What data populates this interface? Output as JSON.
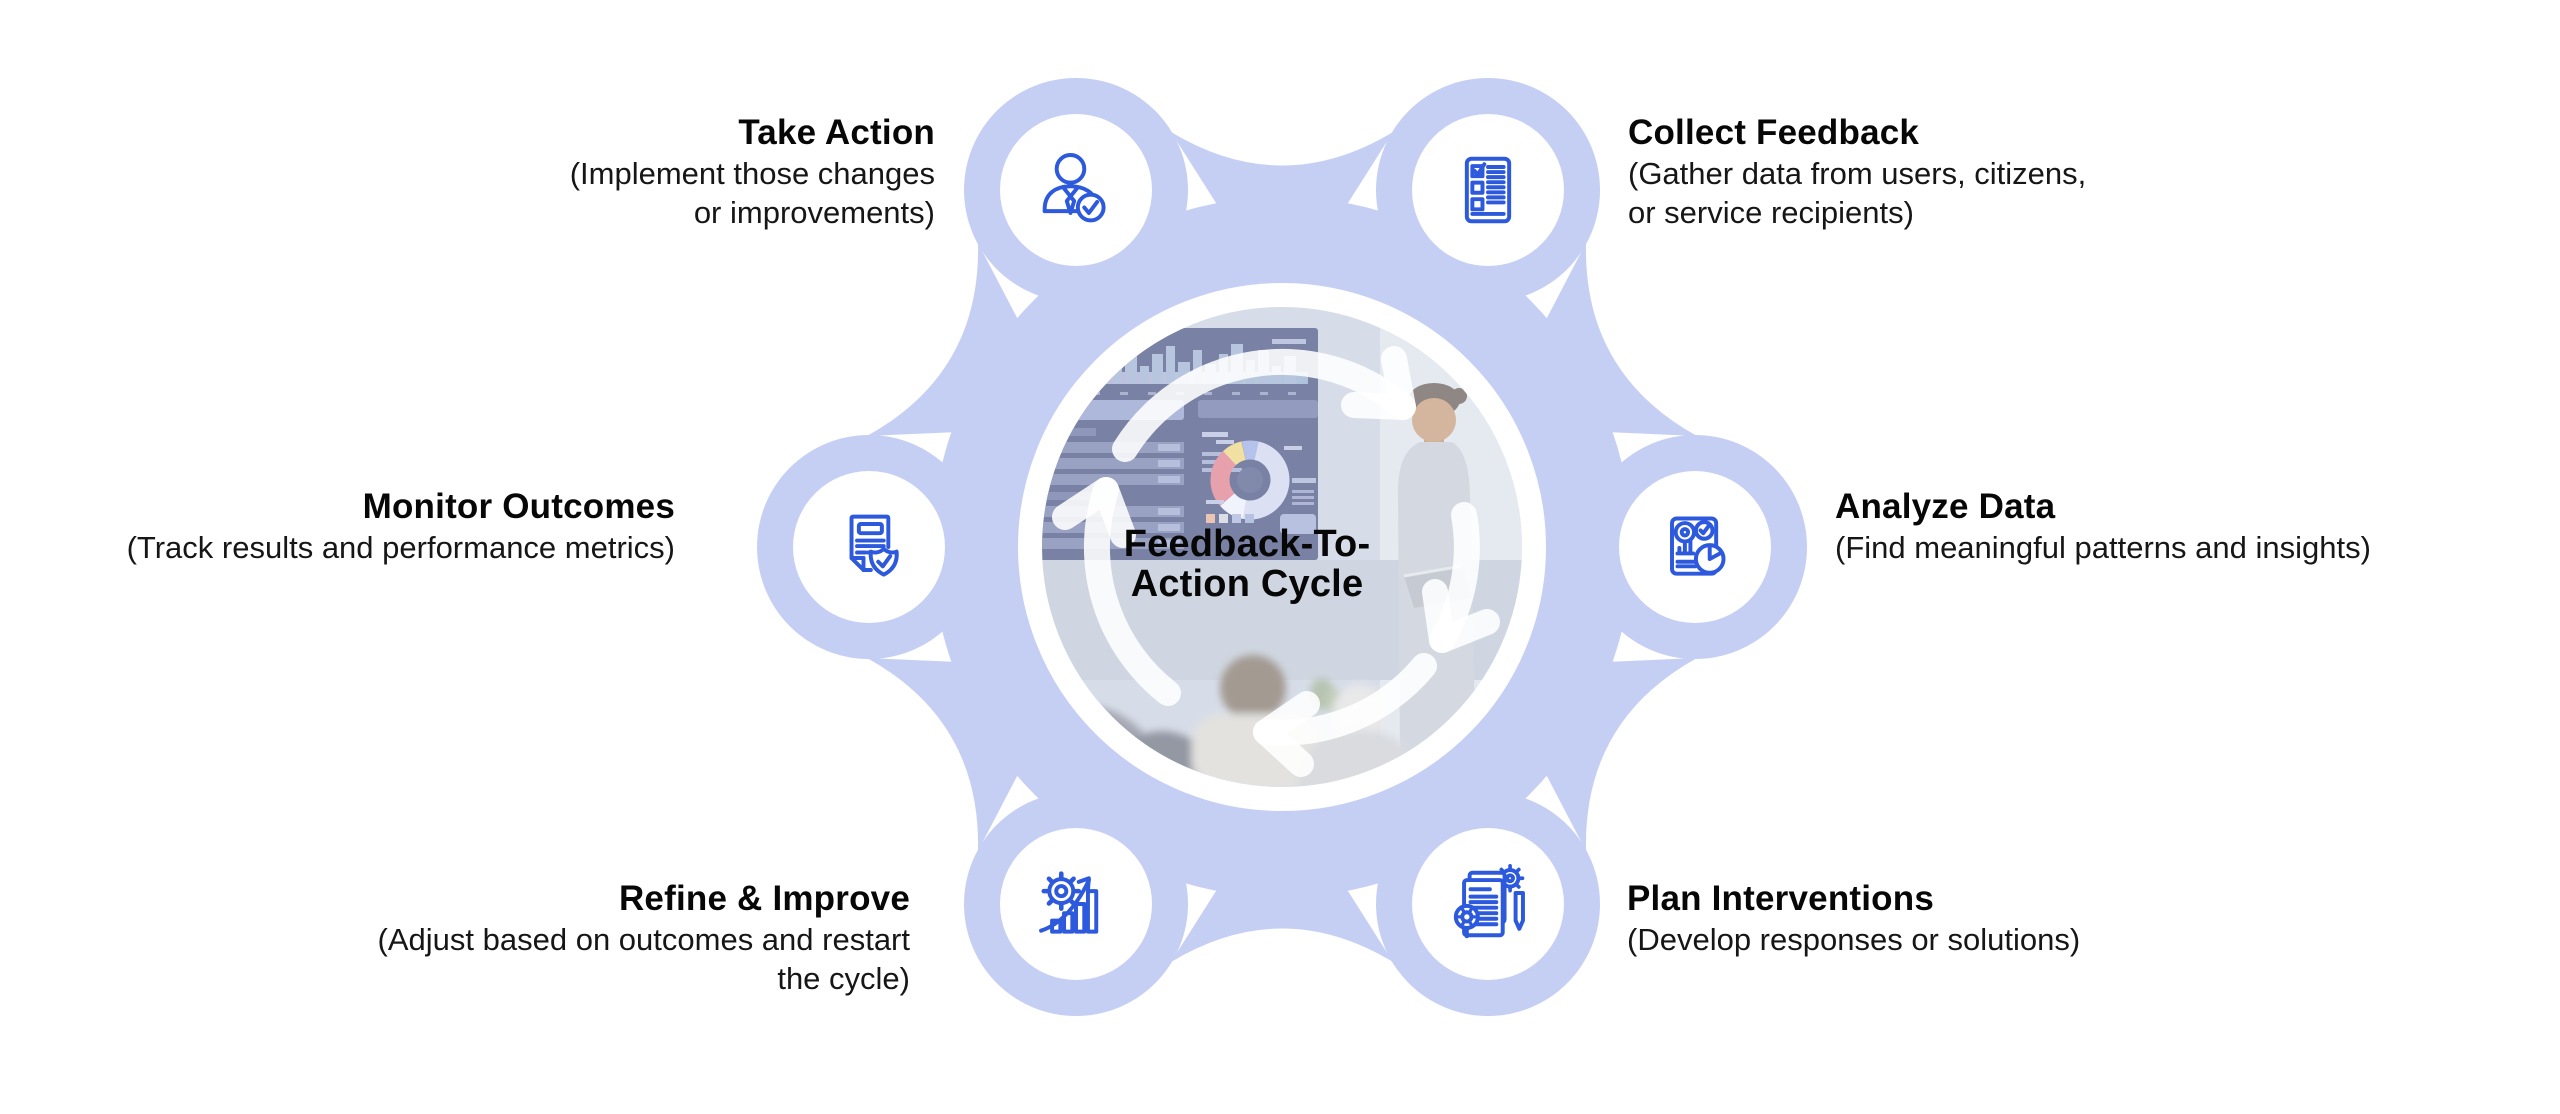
{
  "diagram": {
    "center": {
      "title_line1": "Feedback-To-",
      "title_line2": "Action Cycle"
    },
    "nodes": [
      {
        "id": "take-action",
        "title": "Take Action",
        "desc_lines": [
          "(Implement those changes",
          "or improvements)"
        ],
        "icon": "person-check-icon"
      },
      {
        "id": "collect-feedback",
        "title": "Collect Feedback",
        "desc_lines": [
          "(Gather data from users, citizens,",
          "or service recipients)"
        ],
        "icon": "checklist-document-icon"
      },
      {
        "id": "monitor-outcomes",
        "title": "Monitor Outcomes",
        "desc_lines": [
          "(Track results and performance metrics)"
        ],
        "icon": "document-shield-check-icon"
      },
      {
        "id": "analyze-data",
        "title": "Analyze Data",
        "desc_lines": [
          "(Find meaningful patterns and insights)"
        ],
        "icon": "report-pie-chart-icon"
      },
      {
        "id": "refine-improve",
        "title": "Refine & Improve",
        "desc_lines": [
          "(Adjust based on outcomes and restart",
          "the cycle)"
        ],
        "icon": "gear-growth-chart-icon"
      },
      {
        "id": "plan-interventions",
        "title": "Plan Interventions",
        "desc_lines": [
          "(Develop responses or solutions)"
        ],
        "icon": "documents-gear-pen-icon"
      }
    ]
  },
  "colors": {
    "blob_blue": "#c5cff4",
    "icon_blue": "#2d59dd",
    "title_text": "#070707",
    "body_text": "#161616"
  }
}
